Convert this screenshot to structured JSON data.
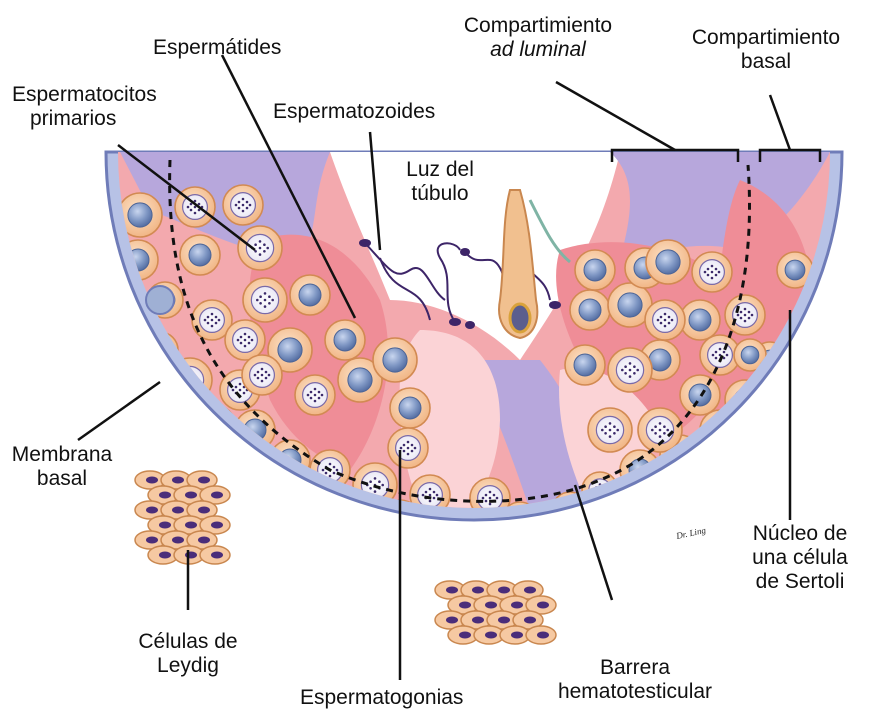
{
  "labels": {
    "espermatides": "Espermátides",
    "espermatocitos_1": "Espermatocitos",
    "espermatocitos_2": "primarios",
    "espermatozoides": "Espermatozoides",
    "luz_1": "Luz del",
    "luz_2": "túbulo",
    "comp_ad_1": "Compartimiento",
    "comp_ad_2": "ad luminal",
    "comp_basal_1": "Compartimiento",
    "comp_basal_2": "basal",
    "membrana_1": "Membrana",
    "membrana_2": "basal",
    "leydig_1": "Células de",
    "leydig_2": "Leydig",
    "espermatogonias": "Espermatogonias",
    "barrera_1": "Barrera",
    "barrera_2": "hematotesticular",
    "sertoli_1": "Núcleo de",
    "sertoli_2": "una célula",
    "sertoli_3": "de Sertoli"
  },
  "signature": "Dr. Ling",
  "colors": {
    "tubule_wall": "#b7c2e6",
    "tubule_outline": "#6f7cb8",
    "lumen_purple": "#b7a7dc",
    "sertoli_pink": "#ee8c95",
    "sertoli_light": "#fbd3d6",
    "cell_fill": "#f6c9a2",
    "cell_edge": "#d28a52",
    "nucleus": "#6f88b5",
    "chromatin": "#3b2a6a",
    "leydig_nucleus": "#4a2d7a",
    "barrier_line": "#111111"
  }
}
